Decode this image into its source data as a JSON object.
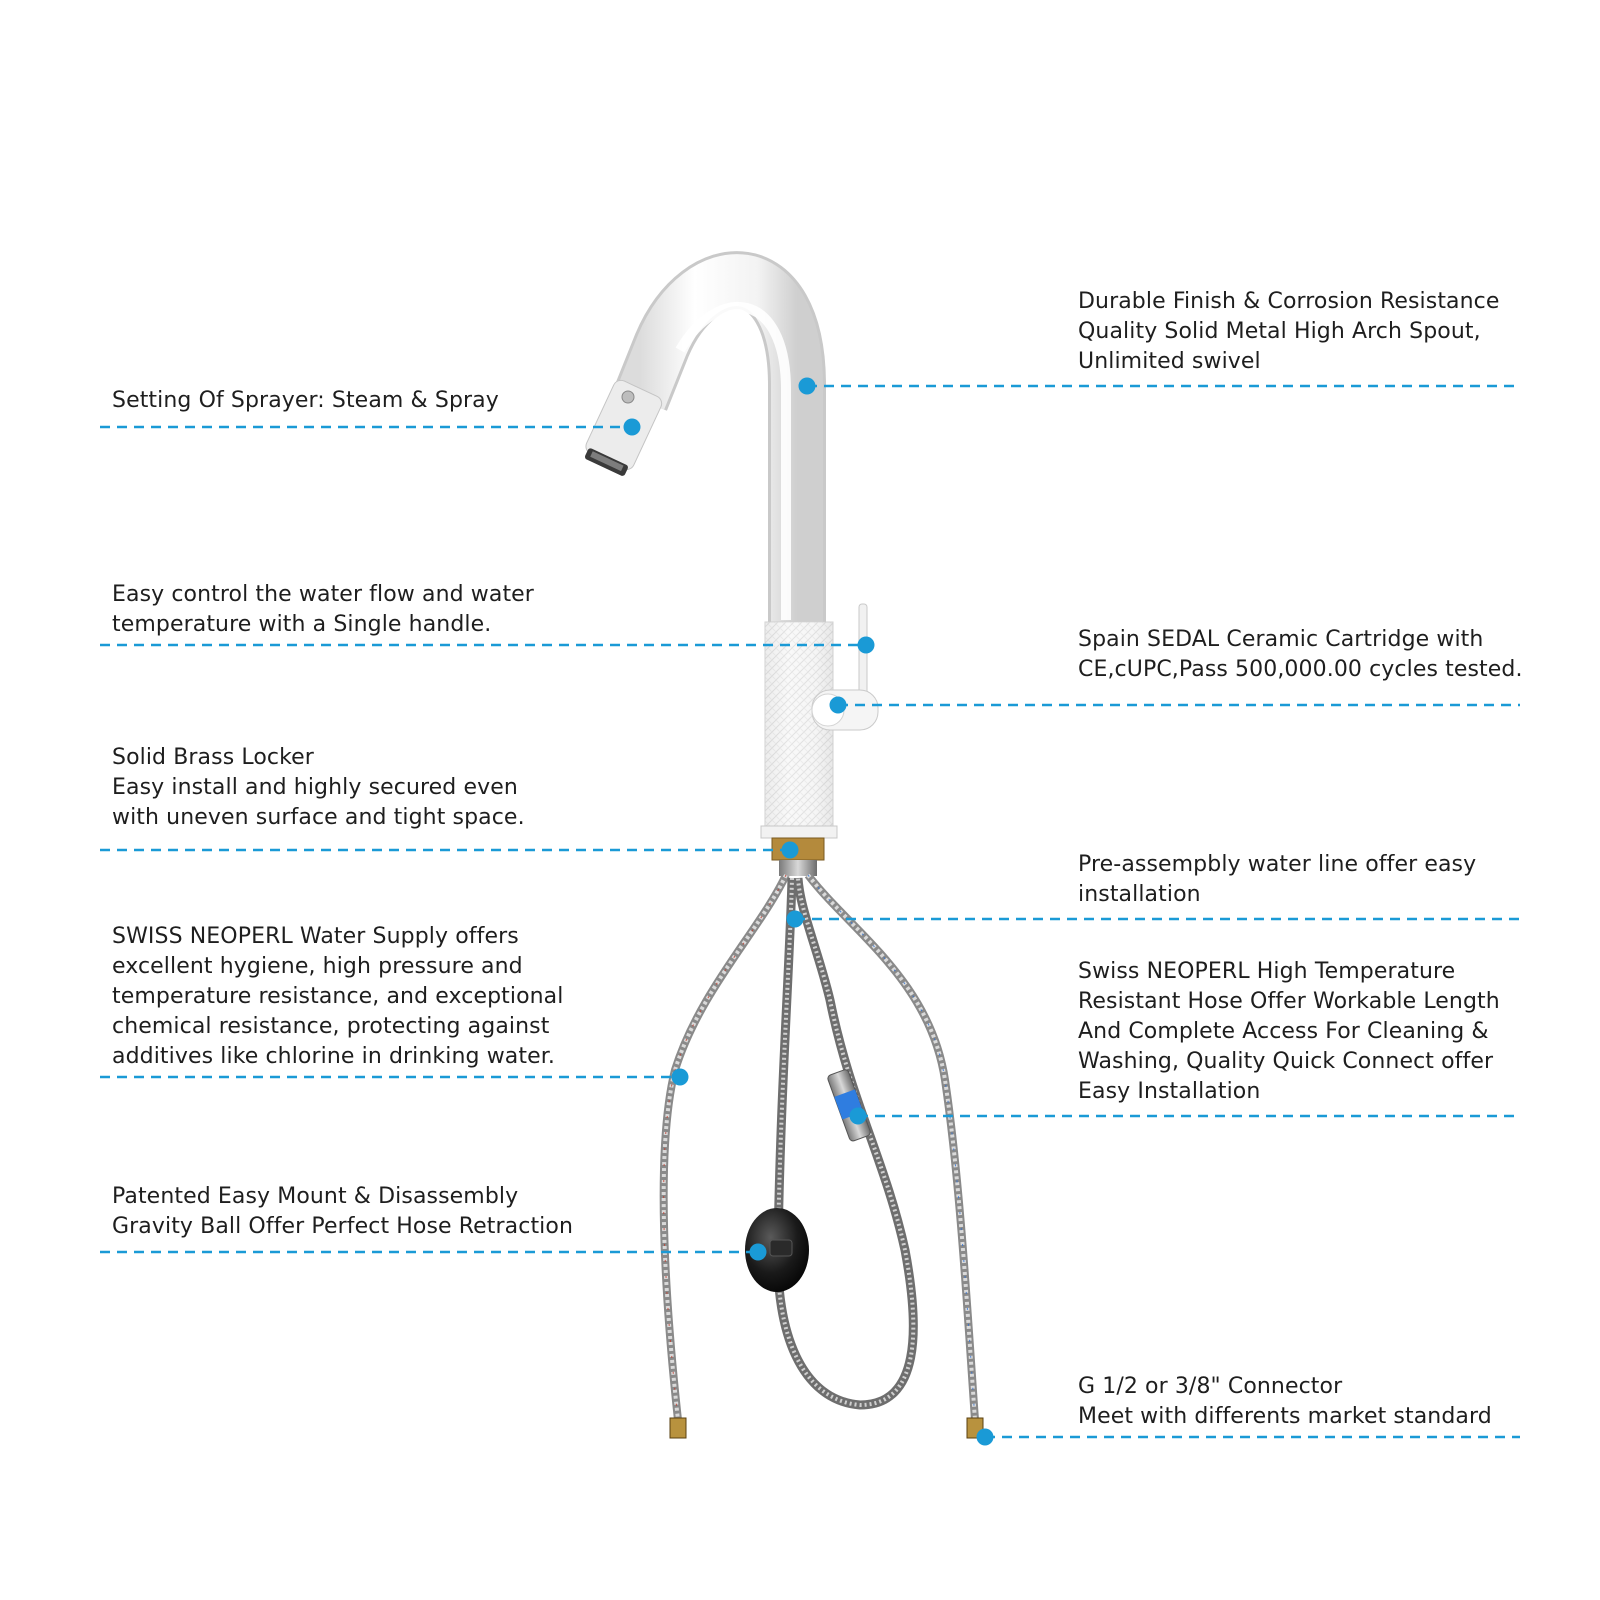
{
  "accent_color": "#1a9ad6",
  "product_image": "white pull-down kitchen faucet with supply hoses and gravity ball",
  "features_left": [
    {
      "lines": [
        "Setting Of Sprayer: Steam & Spray"
      ]
    },
    {
      "lines": [
        "Easy control the water flow and water",
        "temperature with a Single handle."
      ]
    },
    {
      "lines": [
        "Solid Brass Locker",
        "Easy install and highly secured even",
        "with uneven surface and tight space."
      ]
    },
    {
      "lines": [
        "SWISS NEOPERL Water Supply offers",
        "excellent hygiene, high pressure and",
        "temperature resistance, and exceptional",
        "chemical resistance, protecting against",
        "additives like chlorine in drinking water."
      ]
    },
    {
      "lines": [
        "Patented Easy Mount & Disassembly",
        "Gravity Ball Offer Perfect Hose Retraction"
      ]
    }
  ],
  "features_right": [
    {
      "lines": [
        "Durable Finish & Corrosion Resistance",
        "Quality Solid Metal High Arch Spout,",
        "Unlimited swivel"
      ]
    },
    {
      "lines": [
        "Spain SEDAL Ceramic Cartridge with",
        "CE,cUPC,Pass 500,000.00 cycles tested."
      ]
    },
    {
      "lines": [
        "Pre-assempbly water line offer easy",
        "installation"
      ]
    },
    {
      "lines": [
        "Swiss NEOPERL High Temperature",
        "Resistant Hose Offer Workable Length",
        "And Complete Access For Cleaning &",
        "Washing, Quality Quick Connect offer",
        "Easy Installation"
      ]
    },
    {
      "lines": [
        "G 1/2 or 3/8\" Connector",
        "Meet with differents market standard"
      ]
    }
  ]
}
